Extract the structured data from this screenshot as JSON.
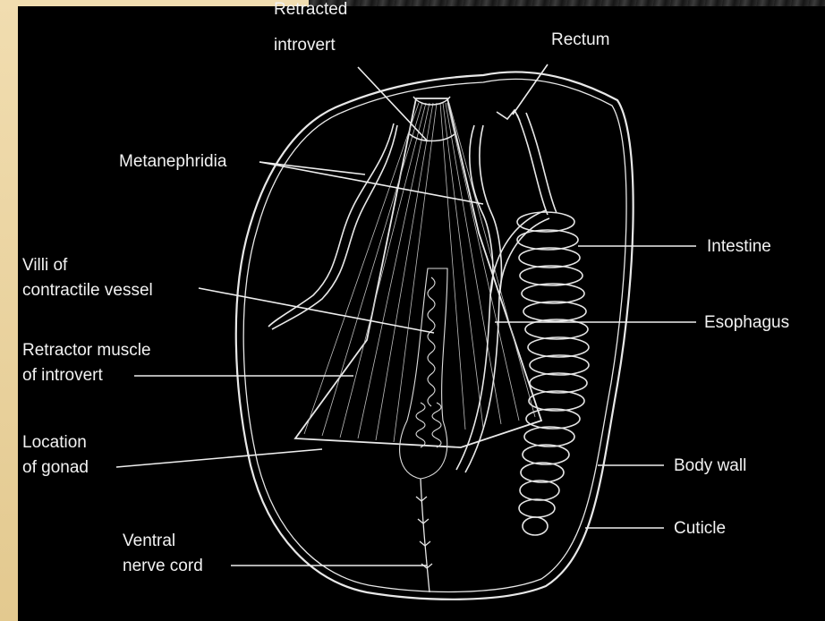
{
  "labels": {
    "retracted_introvert": [
      "Retracted",
      "introvert"
    ],
    "rectum": "Rectum",
    "metanephridia": "Metanephridia",
    "intestine": "Intestine",
    "villi": [
      "Villi of",
      "contractile vessel"
    ],
    "esophagus": "Esophagus",
    "retractor": [
      "Retractor muscle",
      "of introvert"
    ],
    "gonad": [
      "Location",
      "of gonad"
    ],
    "body_wall": "Body wall",
    "cuticle": "Cuticle",
    "nerve_cord": [
      "Ventral",
      "nerve cord"
    ]
  },
  "colors": {
    "background": "#000000",
    "line": "#eeeeee",
    "frame": "#e9d3a0"
  }
}
